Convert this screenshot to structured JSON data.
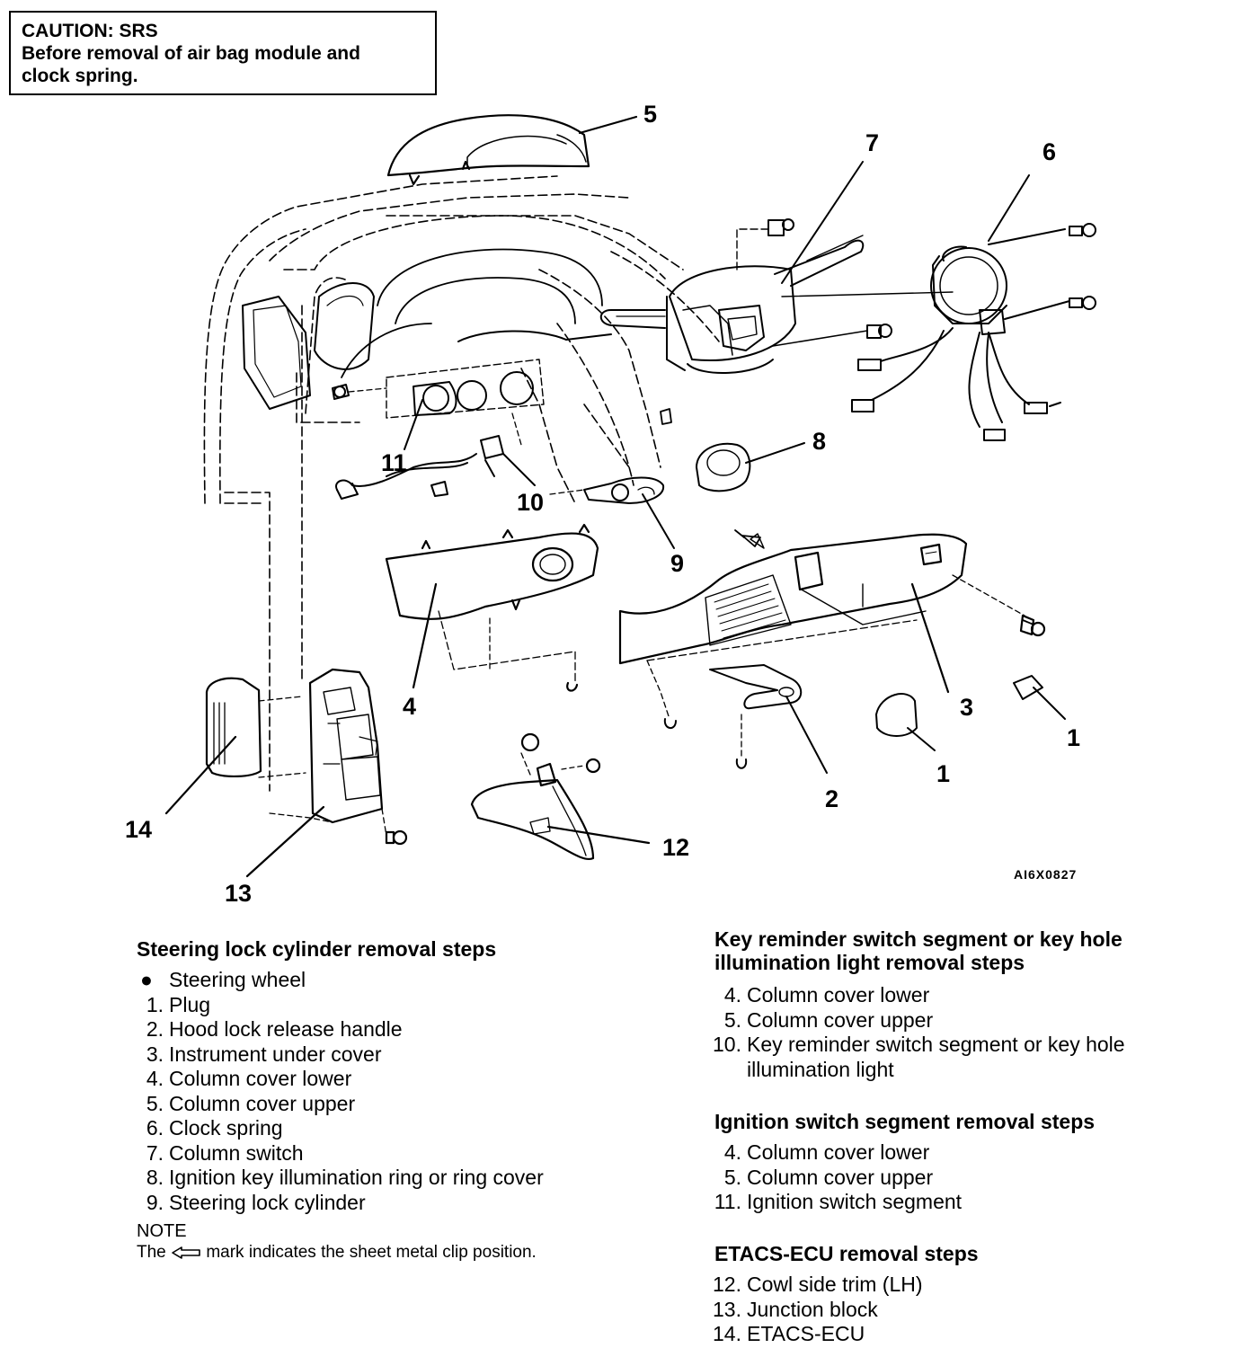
{
  "caution": {
    "title": "CAUTION: SRS",
    "line1": "Before removal of air bag module and",
    "line2": "clock spring."
  },
  "diagram": {
    "figure_code": "AI6X0827",
    "callouts": [
      "1",
      "1",
      "2",
      "3",
      "4",
      "5",
      "6",
      "7",
      "8",
      "9",
      "10",
      "11",
      "12",
      "13",
      "14"
    ]
  },
  "steering": {
    "heading": "Steering lock cylinder removal steps",
    "items": [
      {
        "num": "●",
        "label": "Steering wheel"
      },
      {
        "num": "1.",
        "label": "Plug"
      },
      {
        "num": "2.",
        "label": "Hood lock release handle"
      },
      {
        "num": "3.",
        "label": "Instrument under cover"
      },
      {
        "num": "4.",
        "label": "Column cover lower"
      },
      {
        "num": "5.",
        "label": "Column cover upper"
      },
      {
        "num": "6.",
        "label": "Clock spring"
      },
      {
        "num": "7.",
        "label": "Column switch"
      },
      {
        "num": "8.",
        "label": "Ignition key illumination ring or ring cover"
      },
      {
        "num": "9.",
        "label": "Steering lock cylinder"
      }
    ],
    "note_title": "NOTE",
    "note_before": "The",
    "note_after": "mark indicates the sheet metal clip position."
  },
  "key_reminder": {
    "heading_line1": "Key reminder switch segment or key hole",
    "heading_line2": "illumination light removal steps",
    "items": [
      {
        "num": "4.",
        "label": "Column cover lower"
      },
      {
        "num": "5.",
        "label": "Column cover upper"
      },
      {
        "num": "10.",
        "label": "Key reminder switch segment or key hole illumination light"
      }
    ]
  },
  "ignition": {
    "heading": "Ignition switch segment removal steps",
    "items": [
      {
        "num": "4.",
        "label": "Column cover lower"
      },
      {
        "num": "5.",
        "label": "Column cover upper"
      },
      {
        "num": "11.",
        "label": "Ignition switch segment"
      }
    ]
  },
  "etacs": {
    "heading": "ETACS-ECU removal steps",
    "items": [
      {
        "num": "12.",
        "label": "Cowl side trim (LH)"
      },
      {
        "num": "13.",
        "label": "Junction block"
      },
      {
        "num": "14.",
        "label": "ETACS-ECU"
      }
    ]
  }
}
